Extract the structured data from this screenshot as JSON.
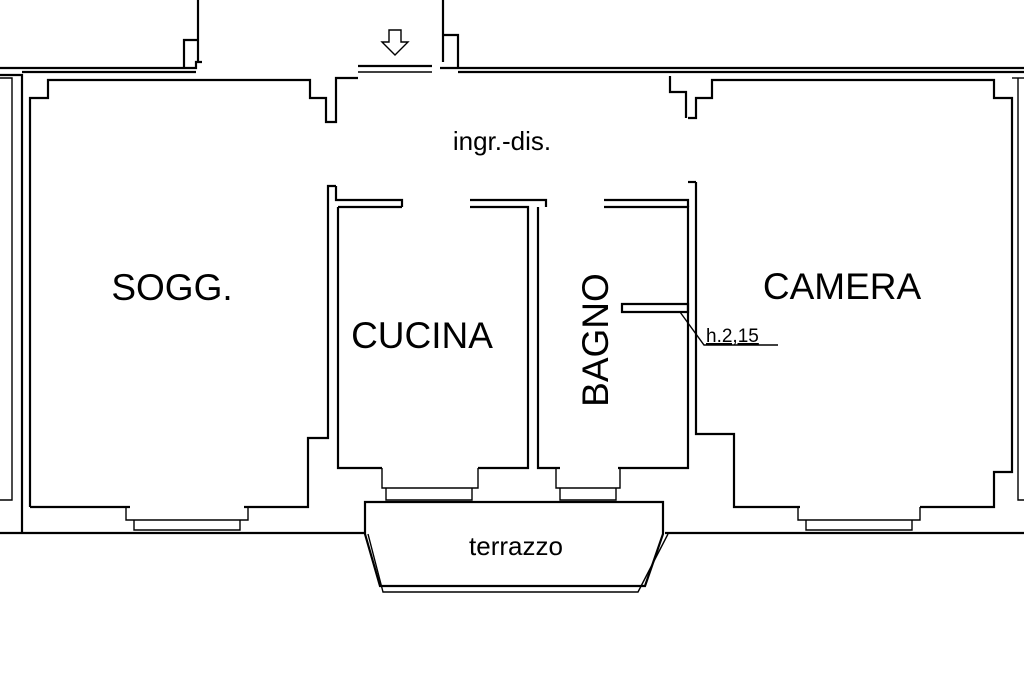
{
  "floor_plan": {
    "rooms": {
      "entrance": "ingr.-dis.",
      "living": "SOGG.",
      "kitchen": "CUCINA",
      "bathroom": "BAGNO",
      "bedroom": "CAMERA",
      "terrace": "terrazzo"
    },
    "height_note": "h.2,15",
    "entry_marker_icon": "arrow-down-icon"
  }
}
